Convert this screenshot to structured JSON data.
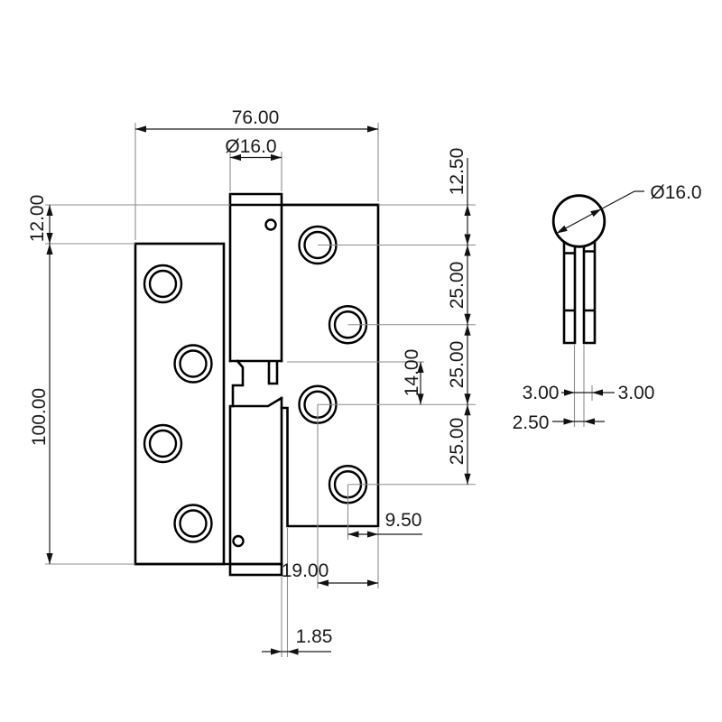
{
  "drawing": {
    "type": "hinge-technical-drawing",
    "style": {
      "background": "#ffffff",
      "part_line_color": "#000000",
      "dimension_color": "#1a1a1a",
      "extension_line_color": "#8c8c8c"
    },
    "dimensions": {
      "overall_width": "76.00",
      "knuckle_diameter": "Ø16.0",
      "leaf_vertical_offset": "12.00",
      "leaf_height": "100.00",
      "top_hole_offset": "12.50",
      "hole_spacing_1": "25.00",
      "hole_spacing_2": "25.00",
      "hole_spacing_3": "25.00",
      "knuckle_to_hole": "14.00",
      "hole_to_edge_near": "9.50",
      "hole_to_edge_far": "19.00",
      "leaf_clearance": "1.85",
      "pin_diameter": "Ø16.0",
      "left_leaf_thickness": "3.00",
      "right_leaf_thickness": "3.00",
      "knuckle_gap": "2.50"
    }
  }
}
